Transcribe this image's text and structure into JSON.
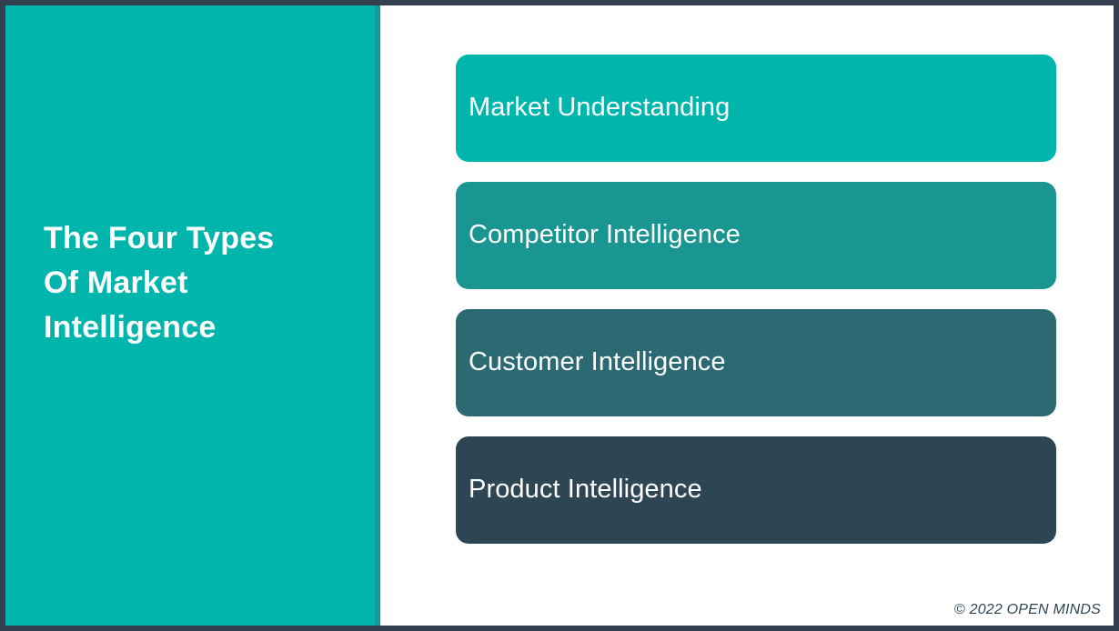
{
  "slide": {
    "border_color": "#333f4f",
    "background_color": "#ffffff"
  },
  "left_panel": {
    "background_color": "#00b5ab",
    "edge_color": "#14999a",
    "title": "The Four Types\nOf Market\nIntelligence",
    "title_color": "#ffffff"
  },
  "main": {
    "bars": [
      {
        "label": "Market Understanding",
        "color": "#00b5ab",
        "text_color": "#ffffff"
      },
      {
        "label": "Competitor Intelligence",
        "color": "#1a9692",
        "text_color": "#ffffff"
      },
      {
        "label": "Customer Intelligence",
        "color": "#2b6a72",
        "text_color": "#ffffff"
      },
      {
        "label": "Product Intelligence",
        "color": "#2e4654",
        "text_color": "#ffffff"
      }
    ]
  },
  "footer": {
    "copyright_symbol": "©",
    "text": " 2022 OPEN MINDS",
    "full_text": "© 2022 OPEN MINDS",
    "color": "#2e4654"
  }
}
